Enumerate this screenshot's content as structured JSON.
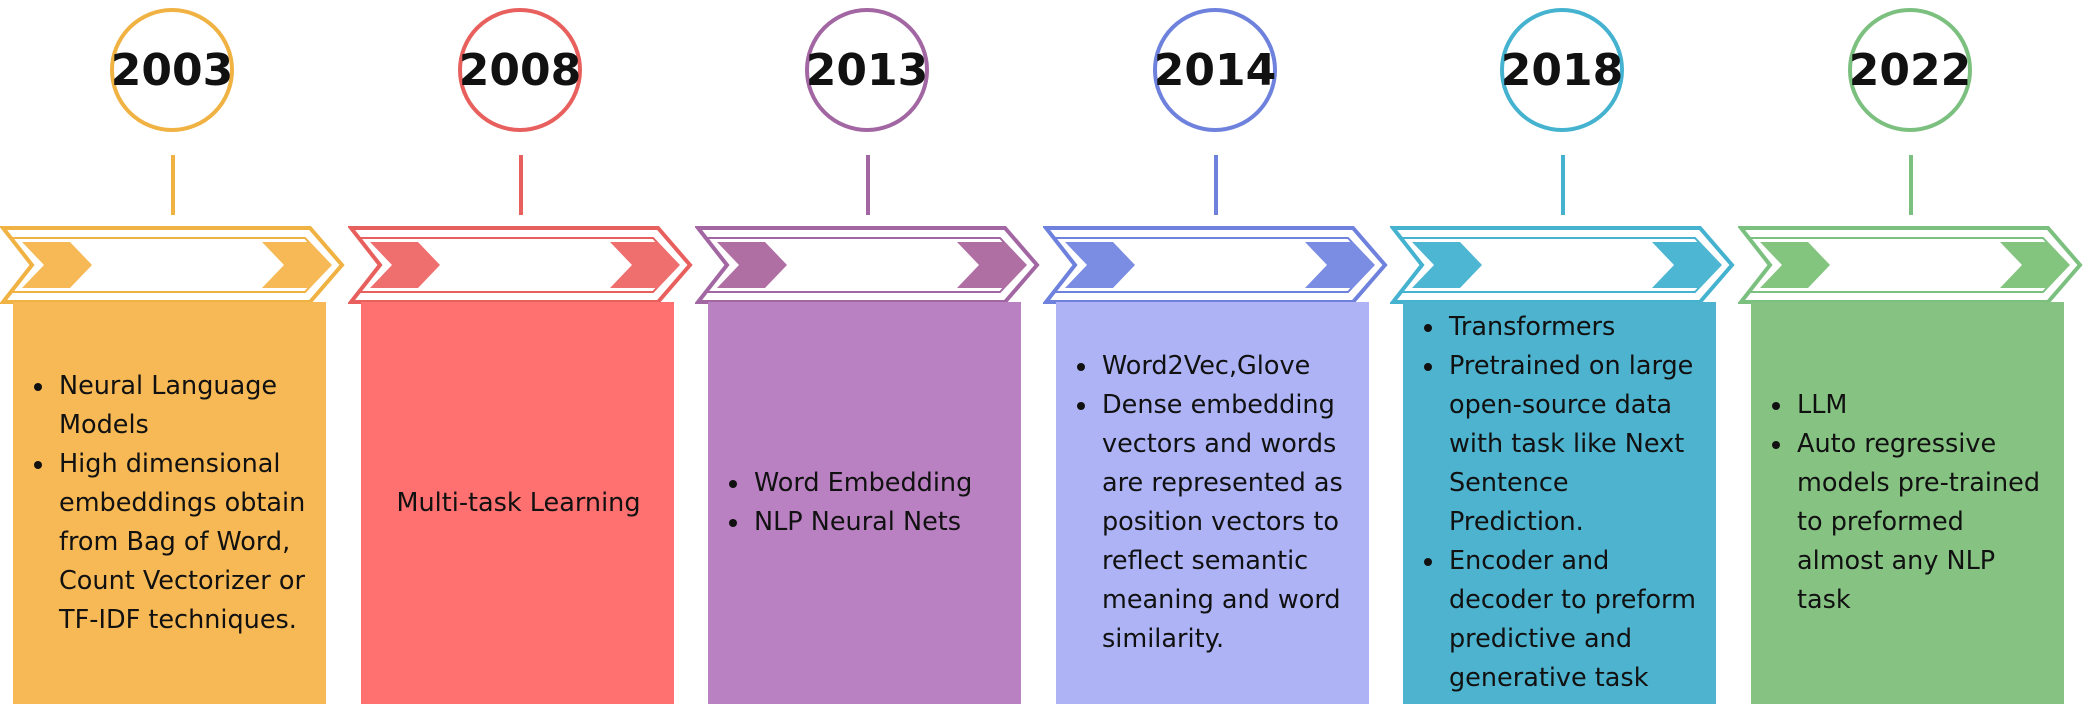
{
  "timeline": {
    "stages": [
      {
        "year": "2003",
        "color": "#f1b244",
        "light_color": "#f7b955",
        "box_color": "#f7b955",
        "items": [
          "Neural Language Models",
          "High dimensional embeddings obtain from Bag of Word, Count Vectorizer or TF-IDF techniques."
        ],
        "text": ""
      },
      {
        "year": "2008",
        "color": "#e8605d",
        "light_color": "#ee6f6d",
        "box_color": "#ff7070",
        "items": [],
        "text": "Multi-task Learning"
      },
      {
        "year": "2013",
        "color": "#a266a3",
        "light_color": "#b06fa3",
        "box_color": "#b981c2",
        "items": [
          "Word Embedding",
          "NLP Neural Nets"
        ],
        "text": ""
      },
      {
        "year": "2014",
        "color": "#6e82dd",
        "light_color": "#7b8de2",
        "box_color": "#adb3f5",
        "items": [
          "Word2Vec,Glove",
          "Dense embedding vectors and words are represented as position vectors to reflect semantic meaning and word similarity."
        ],
        "text": ""
      },
      {
        "year": "2018",
        "color": "#45b3d0",
        "light_color": "#4db6d2",
        "box_color": "#4eb3cf",
        "items": [
          "Transformers",
          "Pretrained on large open-source data with task like Next Sentence Prediction.",
          "Encoder and decoder to preform predictive and generative task"
        ],
        "text": ""
      },
      {
        "year": "2022",
        "color": "#7cc080",
        "light_color": "#83c47f",
        "box_color": "#86c383",
        "items": [
          "LLM",
          "Auto regressive models pre-trained to preformed almost any NLP task"
        ],
        "text": ""
      }
    ]
  }
}
